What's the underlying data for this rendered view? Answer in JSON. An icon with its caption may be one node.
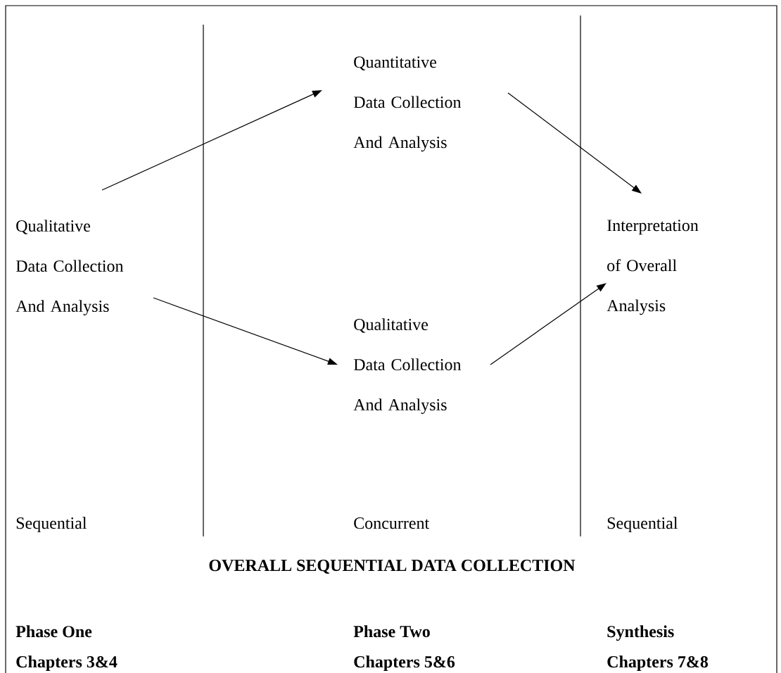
{
  "diagram": {
    "title": "OVERALL SEQUENTIAL DATA COLLECTION",
    "nodes": [
      {
        "text": [
          "Qualitative Data Collection And Analysis"
        ]
      },
      {
        "text": [
          "Quantitative Data Collection And Analysis"
        ]
      },
      {
        "text": [
          "Qualitative Data Collection And Analysis"
        ]
      },
      {
        "text": [
          "Interpretation of Overall Analysis"
        ]
      }
    ],
    "edges": [
      {
        "from": 0,
        "to": 1,
        "arrow": "to"
      },
      {
        "from": 0,
        "to": 2,
        "arrow": "to"
      },
      {
        "from": 1,
        "to": 3,
        "arrow": "to"
      },
      {
        "from": 2,
        "to": 3,
        "arrow": "to"
      }
    ],
    "labels": [
      "Sequential",
      "Concurrent",
      "Sequential",
      "Phase One",
      "Phase Two",
      "Synthesis",
      "Chapters 3&4",
      "Chapters 5&6",
      "Chapters 7&8"
    ]
  }
}
